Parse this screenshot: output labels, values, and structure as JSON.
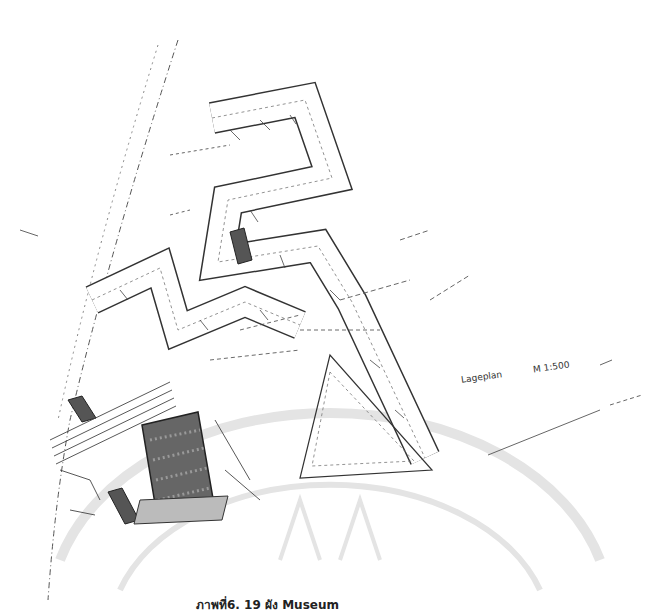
{
  "diagram": {
    "caption": "ภาพที่6. 19 ผัง Museum",
    "labels": [
      "Lageplan",
      "M 1:500"
    ]
  }
}
